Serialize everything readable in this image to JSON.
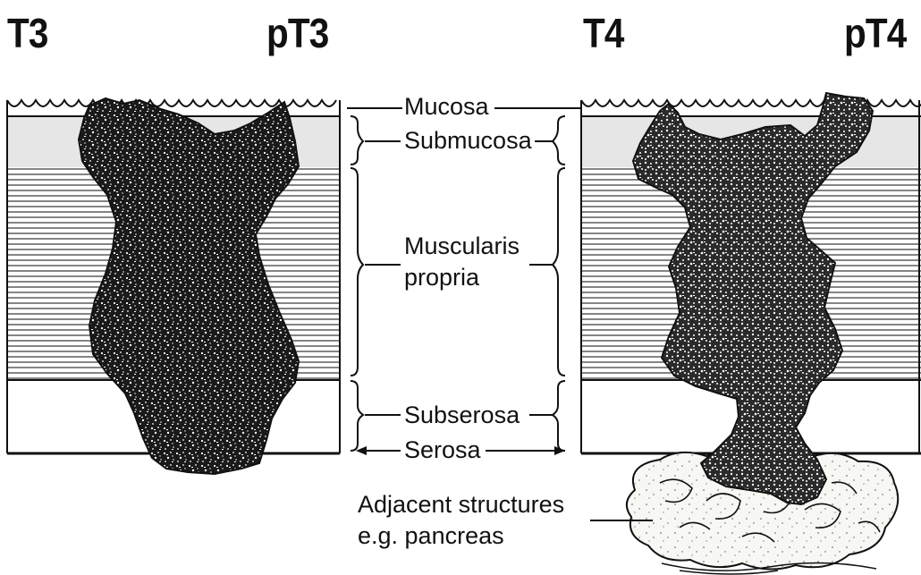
{
  "stages": {
    "left_clinical": "T3",
    "left_pathological": "pT3",
    "right_clinical": "T4",
    "right_pathological": "pT4"
  },
  "layers": {
    "mucosa": "Mucosa",
    "submucosa": "Submucosa",
    "muscularis_line1": "Muscularis",
    "muscularis_line2": "propria",
    "subserosa": "Subserosa",
    "serosa": "Serosa"
  },
  "adjacent": {
    "line1": "Adjacent structures",
    "line2": "e.g. pancreas"
  },
  "colors": {
    "ink": "#111111",
    "submucosa_fill": "#e6e6e6",
    "tumor": "#1a1a1a",
    "pancreas_fill": "#f7f7f3"
  }
}
